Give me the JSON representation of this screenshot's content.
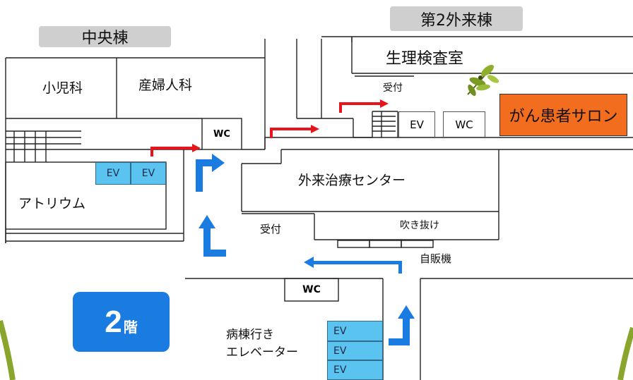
{
  "buildings": {
    "central": "中央棟",
    "outpatient2": "第2外来棟"
  },
  "rooms": {
    "pediatrics": "小児科",
    "obgyn": "産婦人科",
    "atrium": "アトリウム",
    "physiology_lab": "生理検査室",
    "outpatient_treatment_center": "外来治療センター",
    "cancer_salon": "がん患者サロン",
    "atrium_open": "吹き抜け",
    "vending": "自販機",
    "ward_elevators": [
      "病棟行き",
      "エレベーター"
    ]
  },
  "labels": {
    "ev": "EV",
    "wc": "WC",
    "reception": "受付"
  },
  "floor": {
    "number": "2",
    "unit": "階"
  },
  "colors": {
    "route_red": "#e8141c",
    "route_blue": "#1a7be0",
    "elevator": "#5bc3f0",
    "salon": "#f26d1e",
    "title_grey": "#cfcfcf",
    "frame_green": "#8aa52c"
  }
}
